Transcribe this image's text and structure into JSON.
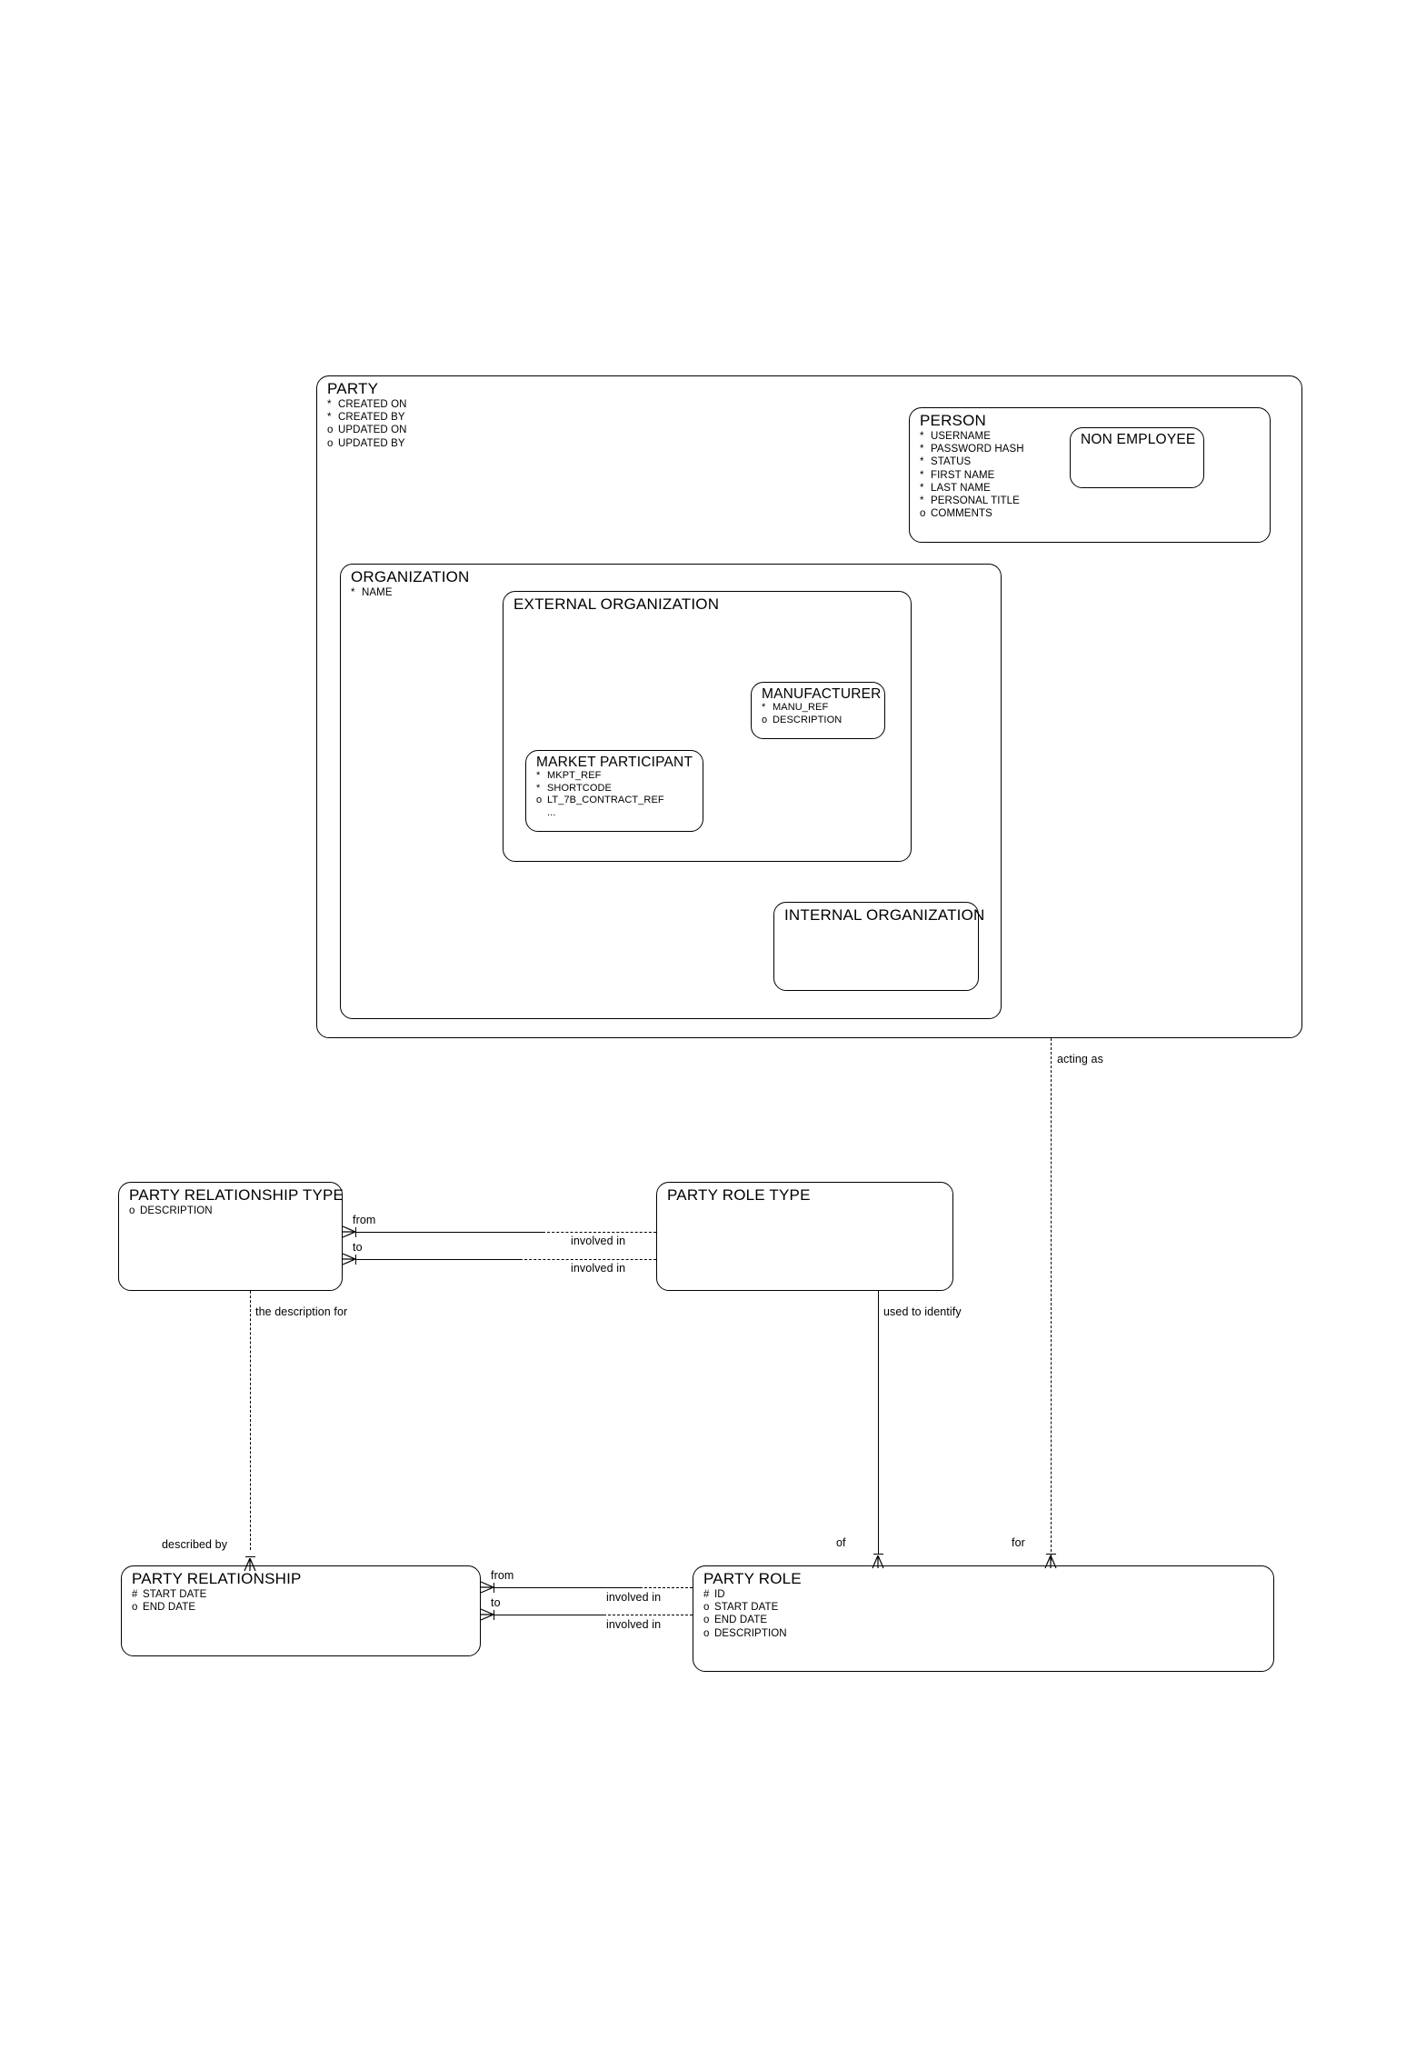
{
  "diagram": {
    "type": "entity-relationship-diagram",
    "notation": "barker",
    "title": "Party data model"
  },
  "entities": {
    "party": {
      "name": "PARTY",
      "attributes": [
        {
          "marker": "*",
          "label": "CREATED ON"
        },
        {
          "marker": "*",
          "label": "CREATED BY"
        },
        {
          "marker": "o",
          "label": "UPDATED ON"
        },
        {
          "marker": "o",
          "label": "UPDATED BY"
        }
      ]
    },
    "person": {
      "name": "PERSON",
      "attributes": [
        {
          "marker": "*",
          "label": "USERNAME"
        },
        {
          "marker": "*",
          "label": "PASSWORD HASH"
        },
        {
          "marker": "*",
          "label": "STATUS"
        },
        {
          "marker": "*",
          "label": "FIRST NAME"
        },
        {
          "marker": "*",
          "label": "LAST NAME"
        },
        {
          "marker": "*",
          "label": "PERSONAL TITLE"
        },
        {
          "marker": "o",
          "label": "COMMENTS"
        }
      ]
    },
    "non_employee": {
      "name": "NON EMPLOYEE",
      "attributes": []
    },
    "organization": {
      "name": "ORGANIZATION",
      "attributes": [
        {
          "marker": "*",
          "label": "NAME"
        }
      ]
    },
    "external_organization": {
      "name": "EXTERNAL ORGANIZATION",
      "attributes": []
    },
    "manufacturer": {
      "name": "MANUFACTURER",
      "attributes": [
        {
          "marker": "*",
          "label": "MANU_REF"
        },
        {
          "marker": "o",
          "label": "DESCRIPTION"
        }
      ]
    },
    "market_participant": {
      "name": "MARKET PARTICIPANT",
      "attributes": [
        {
          "marker": "*",
          "label": "MKPT_REF"
        },
        {
          "marker": "*",
          "label": "SHORTCODE"
        },
        {
          "marker": "o",
          "label": "LT_7B_CONTRACT_REF"
        },
        {
          "marker": "",
          "label": "..."
        }
      ]
    },
    "internal_organization": {
      "name": "INTERNAL ORGANIZATION",
      "attributes": []
    },
    "party_relationship_type": {
      "name": "PARTY RELATIONSHIP TYPE",
      "attributes": [
        {
          "marker": "o",
          "label": "DESCRIPTION"
        }
      ]
    },
    "party_role_type": {
      "name": "PARTY ROLE TYPE",
      "attributes": []
    },
    "party_relationship": {
      "name": "PARTY RELATIONSHIP",
      "attributes": [
        {
          "marker": "#",
          "label": "START DATE"
        },
        {
          "marker": "o",
          "label": "END DATE"
        }
      ]
    },
    "party_role": {
      "name": "PARTY ROLE",
      "attributes": [
        {
          "marker": "#",
          "label": "ID"
        },
        {
          "marker": "o",
          "label": "START DATE"
        },
        {
          "marker": "o",
          "label": "END DATE"
        },
        {
          "marker": "o",
          "label": "DESCRIPTION"
        }
      ]
    }
  },
  "relationship_labels": {
    "acting_as": "acting as",
    "prt_from": "from",
    "prt_to": "to",
    "prt_involved_in_1": "involved in",
    "prt_involved_in_2": "involved in",
    "the_description_for": "the description for",
    "used_to_identify": "used to identify",
    "described_by": "described by",
    "pr_from": "from",
    "pr_to": "to",
    "pr_involved_in_1": "involved in",
    "pr_involved_in_2": "involved in",
    "of": "of",
    "for": "for"
  },
  "colors": {
    "line": "#000000",
    "text": "#000000",
    "background": "#ffffff"
  }
}
